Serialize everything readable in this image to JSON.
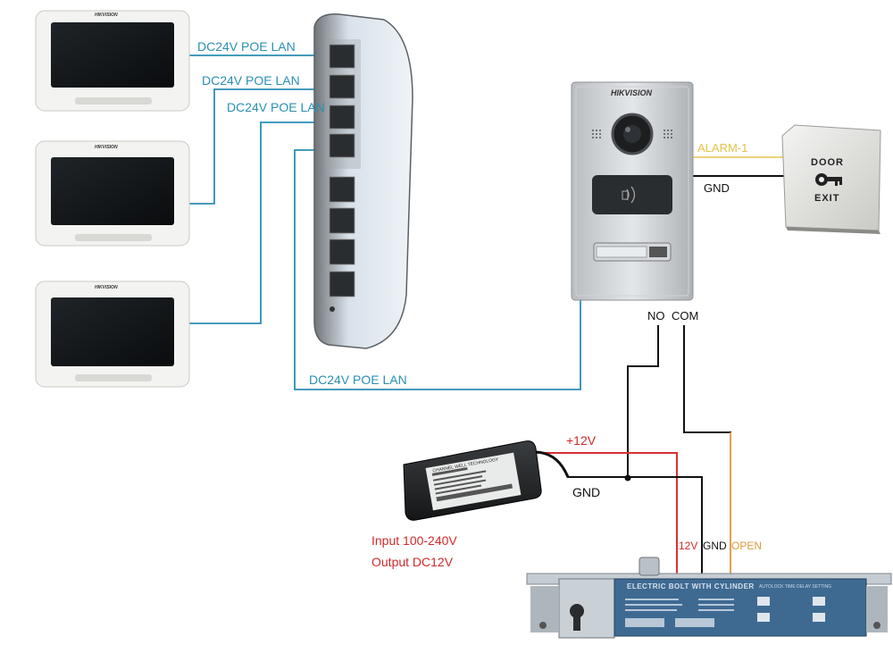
{
  "labels": {
    "poe1": "DC24V POE LAN",
    "poe2": "DC24V POE LAN",
    "poe3": "DC24V POE LAN",
    "poe4": "DC24V POE LAN",
    "alarm": "ALARM-1",
    "gnd_exit": "GND",
    "no": "NO",
    "com": "COM",
    "plus12v": "+12V",
    "gnd_psu": "GND",
    "input": "Input 100-240V",
    "output": "Output DC12V",
    "lock_12v": "12V",
    "lock_gnd": "GND",
    "lock_open": "OPEN"
  },
  "monitors": {
    "brand": "HIKVISION"
  },
  "door_station": {
    "brand": "HIKVISION"
  },
  "exit_button": {
    "line1": "DOOR",
    "line2": "EXIT"
  },
  "psu": {
    "brand": "CHANNEL WELL TECHNOLOGY"
  },
  "lock": {
    "title": "ELECTRIC BOLT WITH CYLINDER",
    "delay_title": "AUTOLOCK TIME DELAY SETTING"
  },
  "colors": {
    "poe_line": "#2a8fb3",
    "alarm_line": "#f0d27a",
    "plus_line": "#d93030",
    "open_line": "#e0a050",
    "gnd_line": "#111111"
  }
}
